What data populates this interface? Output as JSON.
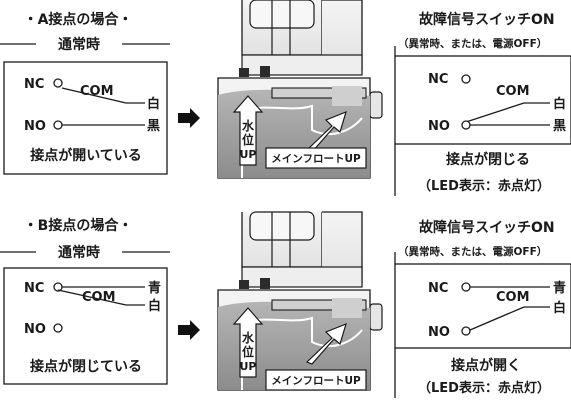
{
  "sections": [
    {
      "heading": "・A接点の場合・",
      "normal_state": {
        "title": "通常時",
        "nc_label": "NC",
        "com_label": "COM",
        "no_label": "NO",
        "wire_nc": "白",
        "wire_no": "黒",
        "wire_nc_color": "#ffffff",
        "wire_no_color": "#111111",
        "caption": "接点が開いている"
      },
      "device": {
        "water_level_label": [
          "水",
          "位",
          "UP"
        ],
        "float_label": "メインフロートUP"
      },
      "fault_state": {
        "title": "故障信号スイッチON",
        "subtitle": "（異常時、または、電源OFF）",
        "nc_label": "NC",
        "com_label": "COM",
        "no_label": "NO",
        "wire_nc": "白",
        "wire_no": "黒",
        "caption": "接点が閉じる",
        "note": "（LED表示：赤点灯）"
      }
    },
    {
      "heading": "・B接点の場合・",
      "normal_state": {
        "title": "通常時",
        "nc_label": "NC",
        "com_label": "COM",
        "no_label": "NO",
        "wire_nc": "青",
        "wire_com": "白",
        "wire_nc_color": "#1f5fbf",
        "caption": "接点が閉じている"
      },
      "device": {
        "water_level_label": [
          "水",
          "位",
          "UP"
        ],
        "float_label": "メインフロートUP"
      },
      "fault_state": {
        "title": "故障信号スイッチON",
        "subtitle": "（異常時、または、電源OFF）",
        "nc_label": "NC",
        "com_label": "COM",
        "no_label": "NO",
        "wire_nc": "青",
        "wire_com": "白",
        "caption": "接点が開く",
        "note": "（LED表示：赤点灯）"
      }
    }
  ],
  "colors": {
    "ink": "#1a1a1a",
    "tank": "#d9d9d9",
    "water": "#9a9a9a",
    "device_dark": "#2b2b2b"
  }
}
